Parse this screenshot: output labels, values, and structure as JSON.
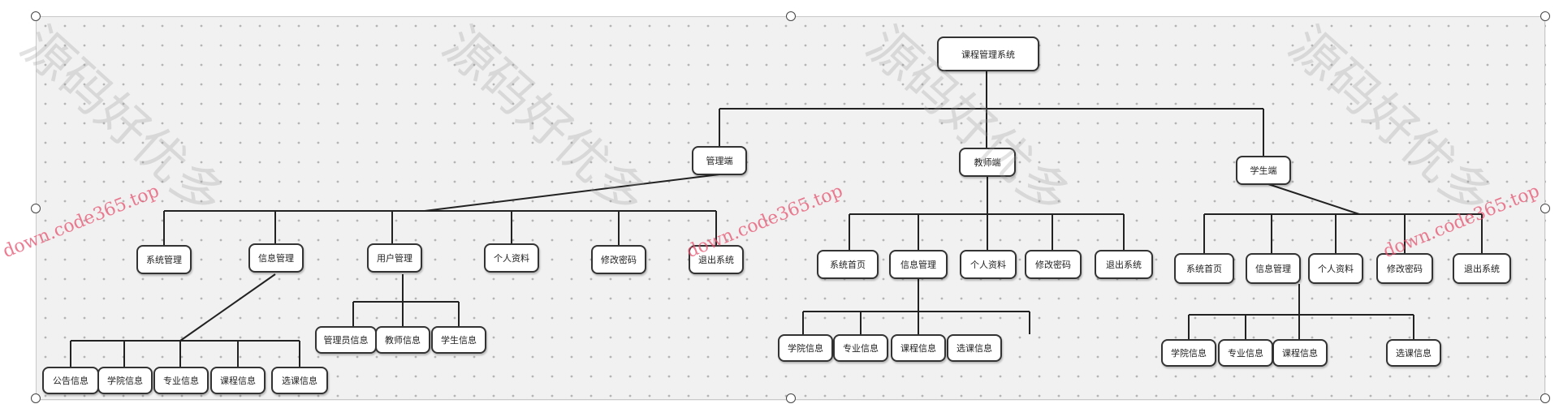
{
  "diagram": {
    "root": "课程管理系统",
    "branches": [
      {
        "name": "管理端",
        "children": [
          "系统管理",
          "信息管理",
          "用户管理",
          "个人资料",
          "修改密码",
          "退出系统"
        ],
        "sub_info": [
          "公告信息",
          "学院信息",
          "专业信息",
          "课程信息",
          "选课信息"
        ],
        "sub_users": [
          "管理员信息",
          "教师信息",
          "学生信息"
        ]
      },
      {
        "name": "教师端",
        "children": [
          "系统首页",
          "信息管理",
          "个人资料",
          "修改密码",
          "退出系统"
        ],
        "sub_info": [
          "学院信息",
          "专业信息",
          "课程信息",
          "选课信息"
        ]
      },
      {
        "name": "学生端",
        "children": [
          "系统首页",
          "信息管理",
          "个人资料",
          "修改密码",
          "退出系统"
        ],
        "sub_info": [
          "学院信息",
          "专业信息",
          "课程信息",
          "选课信息"
        ]
      }
    ]
  },
  "watermark": {
    "big": "源码好优多",
    "url": "down.code365.top"
  }
}
